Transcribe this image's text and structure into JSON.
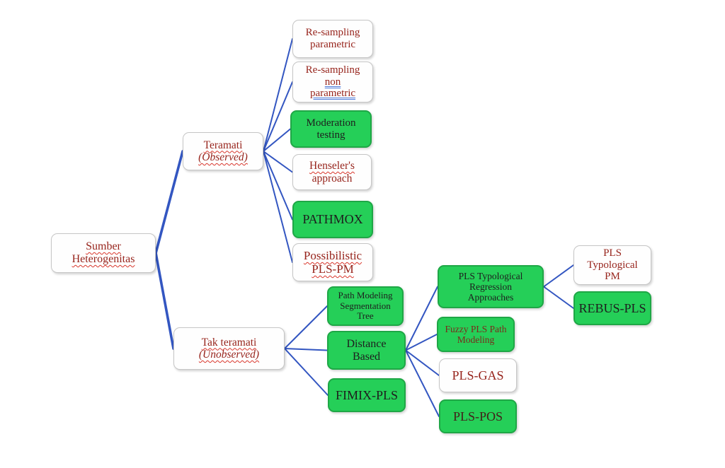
{
  "diagram": {
    "nodes": {
      "root": {
        "lines": [
          "Sumber",
          "Heterogenitas"
        ]
      },
      "teramati": {
        "lines": [
          "Teramati",
          "(Observed)"
        ]
      },
      "tak": {
        "lines": [
          "Tak teramati",
          "(Unobserved)"
        ]
      },
      "resampling_param": {
        "lines": [
          "Re-sampling",
          "parametric"
        ]
      },
      "resampling_non": {
        "lines": [
          "Re-sampling",
          "non",
          "parametric"
        ]
      },
      "moderation": {
        "lines": [
          "Moderation",
          "testing"
        ]
      },
      "henseler": {
        "lines": [
          "Henseler's",
          "approach"
        ]
      },
      "pathmox": {
        "lines": [
          "PATHMOX"
        ]
      },
      "possibilistic": {
        "lines": [
          "Possibilistic",
          "PLS-PM"
        ]
      },
      "pmst": {
        "lines": [
          "Path Modeling",
          "Segmentation",
          "Tree"
        ]
      },
      "distance": {
        "lines": [
          "Distance",
          "Based"
        ]
      },
      "fimix": {
        "lines": [
          "FIMIX-PLS"
        ]
      },
      "ptra": {
        "lines": [
          "PLS Typological",
          "Regression",
          "Approaches"
        ]
      },
      "fuzzy": {
        "lines": [
          "Fuzzy PLS Path",
          "Modeling"
        ]
      },
      "gas": {
        "lines": [
          "PLS-GAS"
        ]
      },
      "pos": {
        "lines": [
          "PLS-POS"
        ]
      },
      "ptpm": {
        "lines": [
          "PLS",
          "Typological",
          "PM"
        ]
      },
      "rebus": {
        "lines": [
          "REBUS-PLS"
        ]
      }
    },
    "edges": [
      {
        "from": "root",
        "to": "teramati",
        "thick": true
      },
      {
        "from": "root",
        "to": "tak",
        "thick": true
      },
      {
        "from": "teramati",
        "to": "resampling_param"
      },
      {
        "from": "teramati",
        "to": "resampling_non"
      },
      {
        "from": "teramati",
        "to": "moderation"
      },
      {
        "from": "teramati",
        "to": "henseler"
      },
      {
        "from": "teramati",
        "to": "pathmox"
      },
      {
        "from": "teramati",
        "to": "possibilistic"
      },
      {
        "from": "tak",
        "to": "pmst"
      },
      {
        "from": "tak",
        "to": "distance"
      },
      {
        "from": "tak",
        "to": "fimix"
      },
      {
        "from": "distance",
        "to": "ptra"
      },
      {
        "from": "distance",
        "to": "fuzzy"
      },
      {
        "from": "distance",
        "to": "gas"
      },
      {
        "from": "distance",
        "to": "pos"
      },
      {
        "from": "ptra",
        "to": "ptpm"
      },
      {
        "from": "ptra",
        "to": "rebus"
      }
    ],
    "colors": {
      "node_green": "#25cf58",
      "node_green_border": "#1fa746",
      "node_white_border": "#c6c6c6",
      "text_red": "#97241c",
      "text_black": "#1e1e1e",
      "connector_blue": "#3356c1",
      "squiggle_red": "#d9352a",
      "grammar_blue": "#4f7bd9"
    }
  }
}
